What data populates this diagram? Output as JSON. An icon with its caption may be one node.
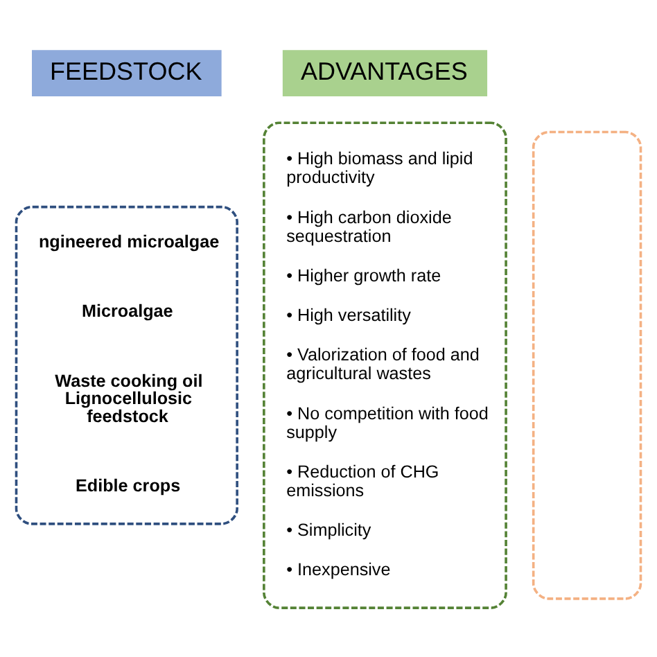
{
  "diagram": {
    "nodes": [
      {
        "text": [
          "FEEDSTOCK"
        ]
      },
      {
        "text": [
          "ADVANTAGES"
        ]
      },
      {
        "text": [
          "ngineered microalgae",
          "Microalgae",
          "Waste cooking oil Lignocellulosic feedstock",
          "Edible crops"
        ]
      },
      {
        "text": [
          "• High biomass and lipid productivity",
          "• High carbon dioxide sequestration",
          "• Higher growth rate",
          "• High versatility",
          "• Valorization of food and agricultural wastes",
          "• No competition with food supply",
          "• Reduction of CHG emissions",
          "• Simplicity",
          "• Inexpensive"
        ]
      },
      {
        "text": [],
        "shape": "box"
      }
    ],
    "edges": []
  }
}
